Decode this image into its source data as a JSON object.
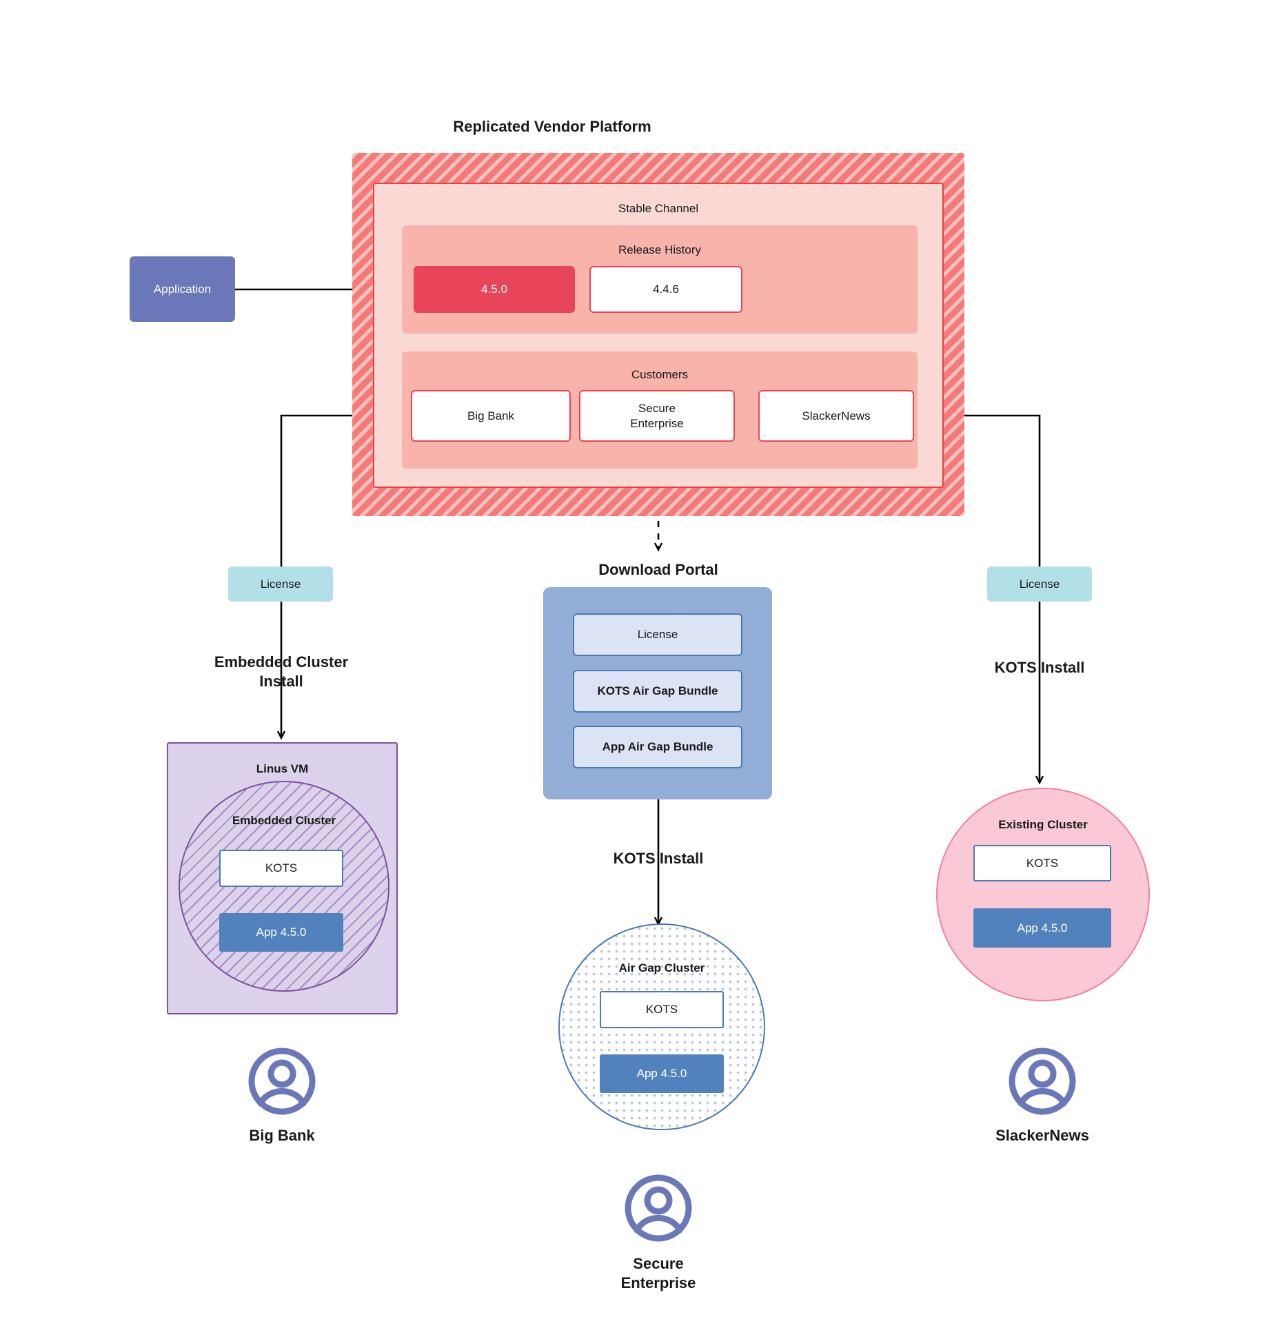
{
  "diagram": {
    "title": "Replicated Vendor Platform",
    "platform": {
      "channel_label": "Stable Channel",
      "release_history": {
        "label": "Release History",
        "releases": [
          {
            "version": "4.5.0",
            "state": "current"
          },
          {
            "version": "4.4.6",
            "state": "previous"
          }
        ]
      },
      "customers": {
        "label": "Customers",
        "items": [
          {
            "name": "Big Bank"
          },
          {
            "name": "Secure\nEnterprise"
          },
          {
            "name": "SlackerNews"
          }
        ]
      }
    },
    "application_box": {
      "label": "Application"
    },
    "license_left": {
      "label": "License"
    },
    "license_right": {
      "label": "License"
    },
    "download_portal": {
      "title": "Download  Portal",
      "items": [
        {
          "label": "License"
        },
        {
          "label": "KOTS Air Gap Bundle"
        },
        {
          "label": "App Air Gap Bundle"
        }
      ]
    },
    "edges": {
      "left_install": "Embedded Cluster\nInstall",
      "middle_install": "KOTS Install",
      "right_install": "KOTS Install"
    },
    "left_stack": {
      "vm_label": "Linus VM",
      "cluster_label": "Embedded Cluster",
      "kots_label": "KOTS",
      "app_label": "App 4.5.0",
      "actor_label": "Big Bank",
      "actor_icon": "user-avatar-icon"
    },
    "middle_stack": {
      "cluster_label": "Air Gap Cluster",
      "kots_label": "KOTS",
      "app_label": "App 4.5.0",
      "actor_label": "Secure\nEnterprise",
      "actor_icon": "user-avatar-icon"
    },
    "right_stack": {
      "cluster_label": "Existing Cluster",
      "kots_label": "KOTS",
      "app_label": "App 4.5.0",
      "actor_label": "SlackerNews",
      "actor_icon": "user-avatar-icon"
    },
    "colors": {
      "platform_hatch": "#f37a78",
      "channel_fill": "#fad9d5",
      "subgroup_fill": "#f8b3ab",
      "release_current": "#e8455a",
      "accent_red": "#e8455a",
      "application_fill": "#6a77b9",
      "license_fill": "#b3e0e8",
      "portal_fill": "#92aed6",
      "portal_item_fill": "#dbe3f4",
      "vm_fill": "#ddd2ec",
      "vm_stroke": "#7b519d",
      "airgap_stroke": "#4a7ab5",
      "existing_fill": "#fbc9d5",
      "existing_stroke": "#f0809f",
      "app_version_fill": "#5282bd",
      "avatar_stroke": "#6a77b9"
    }
  }
}
